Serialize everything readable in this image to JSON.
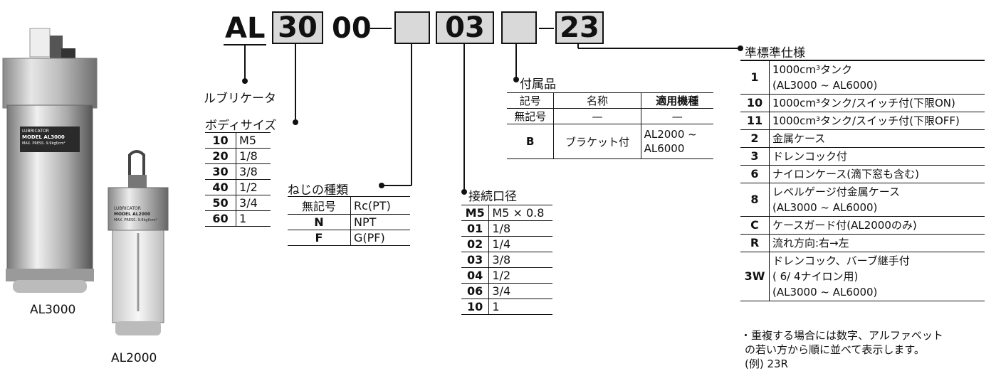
{
  "photos": {
    "large": {
      "caption": "AL3000",
      "label_brand": "LUBRICATOR",
      "label_model": "MODEL AL3000",
      "label_press": "MAX. PRESS. 9.9kgf/cm²"
    },
    "small": {
      "caption": "AL2000",
      "label_brand": "LUBRICATOR",
      "label_model": "MODEL AL2000",
      "label_press": "MAX. PRESS. 9.9kgf/cm²"
    }
  },
  "code": {
    "prefix": "AL",
    "size": "30",
    "fixed": "00",
    "thread": "",
    "port": "03",
    "accessory": "",
    "option": "23"
  },
  "labels": {
    "lubricator": "ルブリケータ",
    "body_size": "ボディサイズ",
    "thread_type": "ねじの種類",
    "port_size": "接続口径",
    "accessory": "付属品",
    "standard_spec": "準標準仕様"
  },
  "body_size_table": [
    {
      "key": "10",
      "value": "M5"
    },
    {
      "key": "20",
      "value": "1/8"
    },
    {
      "key": "30",
      "value": "3/8"
    },
    {
      "key": "40",
      "value": "1/2"
    },
    {
      "key": "50",
      "value": "3/4"
    },
    {
      "key": "60",
      "value": "1"
    }
  ],
  "thread_table": [
    {
      "key": "無記号",
      "value": "Rc(PT)"
    },
    {
      "key": "N",
      "value": "NPT"
    },
    {
      "key": "F",
      "value": "G(PF)"
    }
  ],
  "port_table": [
    {
      "key": "M5",
      "value": "M5 × 0.8"
    },
    {
      "key": "01",
      "value": "1/8"
    },
    {
      "key": "02",
      "value": "1/4"
    },
    {
      "key": "03",
      "value": "3/8"
    },
    {
      "key": "04",
      "value": "1/2"
    },
    {
      "key": "06",
      "value": "3/4"
    },
    {
      "key": "10",
      "value": "1"
    }
  ],
  "accessory_table": {
    "headers": [
      "記号",
      "名称",
      "適用機種"
    ],
    "rows": [
      {
        "key": "無記号",
        "name": "—",
        "model": "—"
      },
      {
        "key": "B",
        "name": "ブラケット付",
        "model1": "AL2000 ~",
        "model2": "AL6000"
      }
    ]
  },
  "standard_table": [
    {
      "key": "1",
      "line1": "1000cm³タンク",
      "line2": "(AL3000 ~ AL6000)"
    },
    {
      "key": "10",
      "line1": "1000cm³タンク/スイッチ付(下限ON)"
    },
    {
      "key": "11",
      "line1": "1000cm³タンク/スイッチ付(下限OFF)"
    },
    {
      "key": "2",
      "line1": "金属ケース"
    },
    {
      "key": "3",
      "line1": "ドレンコック付"
    },
    {
      "key": "6",
      "line1": "ナイロンケース(滴下窓も含む)"
    },
    {
      "key": "8",
      "line1": "レベルゲージ付金属ケース",
      "line2": "(AL3000 ~ AL6000)"
    },
    {
      "key": "C",
      "line1": "ケースガード付(AL2000のみ)"
    },
    {
      "key": "R",
      "line1": "流れ方向:右→左"
    },
    {
      "key": "3W",
      "line1": "ドレンコック、バーブ継手付",
      "line2": "( 6/ 4ナイロン用)",
      "line3": "(AL3000 ~ AL6000)"
    }
  ],
  "note": {
    "line1": "・重複する場合には数字、アルファベット",
    "line2": "の若い方から順に並べて表示します。",
    "line3": "(例) 23R"
  }
}
